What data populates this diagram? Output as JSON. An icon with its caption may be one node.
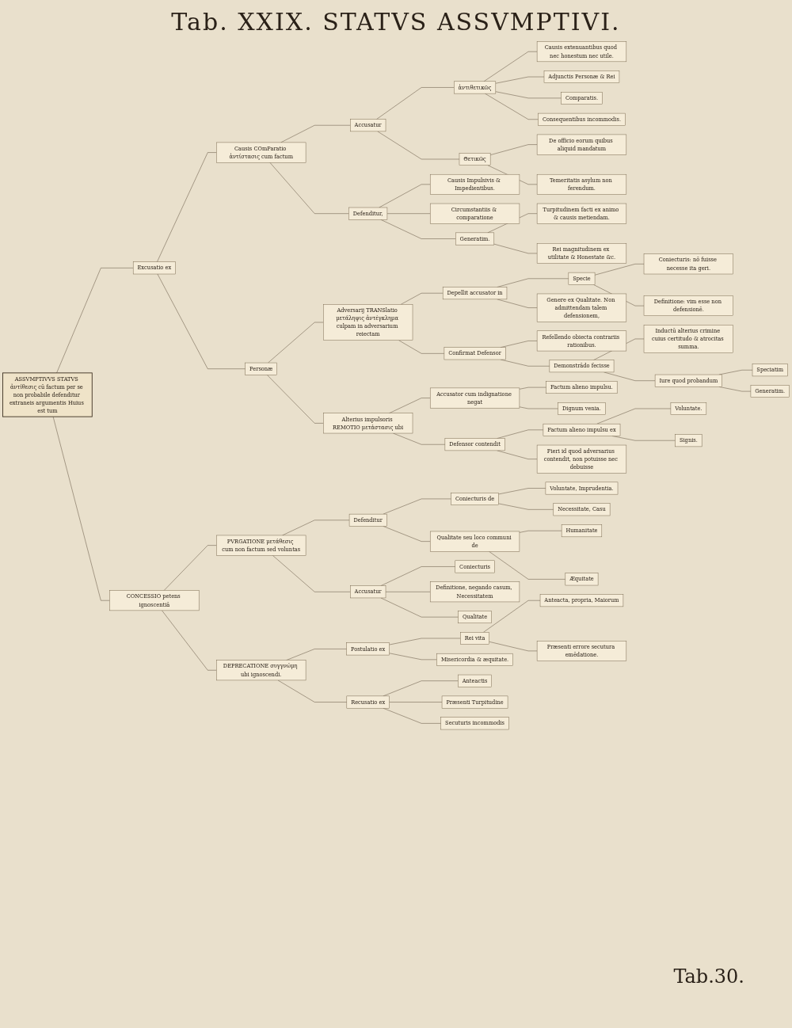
{
  "diagram": {
    "title": "Tab. XXIX. STATVS ASSVMPTIVI.",
    "nodes": [
      {
        "text": [
          "ASSVMPTIVVS STATVS ἀντίθεσις cũ factum per se non probabile defenditur extraneis argumentis Huius est tum"
        ]
      },
      {
        "text": [
          "Excusatio ex"
        ]
      },
      {
        "text": [
          "Causis COmParatio ἀντίστασις cum factum"
        ]
      },
      {
        "text": [
          "Accusatur"
        ]
      },
      {
        "text": [
          "ἀντιθετικῶς"
        ]
      },
      {
        "text": [
          "Causis extenuantibus quod nec honestum nec utile."
        ]
      },
      {
        "text": [
          "Adjunctis Personæ & Rei"
        ]
      },
      {
        "text": [
          "Comparatis."
        ]
      },
      {
        "text": [
          "Consequentibus incommodis."
        ]
      },
      {
        "text": [
          "Θετικῶς"
        ]
      },
      {
        "text": [
          "De officio eorum quibus aliquid mandatum"
        ]
      },
      {
        "text": [
          "Temeritatis asylum non ferendum."
        ]
      },
      {
        "text": [
          "Defenditur,"
        ]
      },
      {
        "text": [
          "Causis Impulsivis & Impedientibus."
        ]
      },
      {
        "text": [
          "Circumstantiis & comparatione"
        ]
      },
      {
        "text": [
          "Generatim."
        ]
      },
      {
        "text": [
          "Turpitudinem facti ex animo & causis metiendam."
        ]
      },
      {
        "text": [
          "Rei magnitudinem ex utilitate & Honestate &c."
        ]
      },
      {
        "text": [
          "Personæ"
        ]
      },
      {
        "text": [
          "Adversarij TRANSlatio μετάληψις ἀντέγκλημα culpam in adversarium reiectam"
        ]
      },
      {
        "text": [
          "Depellit accusator in"
        ]
      },
      {
        "text": [
          "Specie"
        ]
      },
      {
        "text": [
          "Coniecturis: nõ fuisse necesse ita geri."
        ]
      },
      {
        "text": [
          "Definitione: vim esse non defensionẽ."
        ]
      },
      {
        "text": [
          "Genere ex Qualitate. Non admittendam talem defensionem,"
        ]
      },
      {
        "text": [
          "Confirmat Defensor"
        ]
      },
      {
        "text": [
          "Refellendo obiecta contrariis rationibus."
        ]
      },
      {
        "text": [
          "Demonstrãdo fecisse"
        ]
      },
      {
        "text": [
          "Inductũ alterius crimine cuius certitudo & atrocitas summa."
        ]
      },
      {
        "text": [
          "Iure quod probandum"
        ]
      },
      {
        "text": [
          "Speciatim"
        ]
      },
      {
        "text": [
          "Generatim."
        ]
      },
      {
        "text": [
          "Alterius impulsoris REMOTIO μετάστασις ubi"
        ]
      },
      {
        "text": [
          "Accusator cum indignatione negat"
        ]
      },
      {
        "text": [
          "Factum alieno impulsu."
        ]
      },
      {
        "text": [
          "Dignum venia."
        ]
      },
      {
        "text": [
          "Defensor contendit"
        ]
      },
      {
        "text": [
          "Factum alieno impulsu ex"
        ]
      },
      {
        "text": [
          "Voluntate."
        ]
      },
      {
        "text": [
          "Signis."
        ]
      },
      {
        "text": [
          "Fieri id quod adversarius contendit, non potuisse nec debuisse"
        ]
      },
      {
        "text": [
          "CONCESSIO petens ignoscentiã"
        ]
      },
      {
        "text": [
          "PVRGATIONE μετάθεσις cum non factum sed voluntas"
        ]
      },
      {
        "text": [
          "Defenditur"
        ]
      },
      {
        "text": [
          "Coniecturis de"
        ]
      },
      {
        "text": [
          "Voluntate, Imprudentia."
        ]
      },
      {
        "text": [
          "Necessitate, Casu"
        ]
      },
      {
        "text": [
          "Qualitate seu loco communi de"
        ]
      },
      {
        "text": [
          "Humanitate"
        ]
      },
      {
        "text": [
          "Æquitate"
        ]
      },
      {
        "text": [
          "Accusatur"
        ]
      },
      {
        "text": [
          "Coniecturis"
        ]
      },
      {
        "text": [
          "Definitione, negando casum, Necessitatem"
        ]
      },
      {
        "text": [
          "Qualitate"
        ]
      },
      {
        "text": [
          "DEPRECATIONE συγγνώμη ubi ignoscendi."
        ]
      },
      {
        "text": [
          "Postulatio ex"
        ]
      },
      {
        "text": [
          "Rei vita"
        ]
      },
      {
        "text": [
          "Anteacta, propria, Maiorum"
        ]
      },
      {
        "text": [
          "Præsenti errore secutura emẽdatione."
        ]
      },
      {
        "text": [
          "Misericordia & æquitate."
        ]
      },
      {
        "text": [
          "Recusatio ex"
        ]
      },
      {
        "text": [
          "Anteactis"
        ]
      },
      {
        "text": [
          "Præsenti Turpitudine"
        ]
      },
      {
        "text": [
          "Secuturis incommodis"
        ]
      }
    ],
    "edges": [
      {
        "from": 0,
        "to": 1,
        "arrow": "none"
      },
      {
        "from": 1,
        "to": 2,
        "arrow": "none"
      },
      {
        "from": 2,
        "to": 3,
        "arrow": "none"
      },
      {
        "from": 3,
        "to": 4,
        "arrow": "none"
      },
      {
        "from": 4,
        "to": 5,
        "arrow": "none"
      },
      {
        "from": 4,
        "to": 6,
        "arrow": "none"
      },
      {
        "from": 4,
        "to": 7,
        "arrow": "none"
      },
      {
        "from": 4,
        "to": 8,
        "arrow": "none"
      },
      {
        "from": 3,
        "to": 9,
        "arrow": "none"
      },
      {
        "from": 9,
        "to": 10,
        "arrow": "none"
      },
      {
        "from": 9,
        "to": 11,
        "arrow": "none"
      },
      {
        "from": 2,
        "to": 12,
        "arrow": "none"
      },
      {
        "from": 12,
        "to": 13,
        "arrow": "none"
      },
      {
        "from": 12,
        "to": 14,
        "arrow": "none"
      },
      {
        "from": 12,
        "to": 15,
        "arrow": "none"
      },
      {
        "from": 15,
        "to": 16,
        "arrow": "none"
      },
      {
        "from": 15,
        "to": 17,
        "arrow": "none"
      },
      {
        "from": 1,
        "to": 18,
        "arrow": "none"
      },
      {
        "from": 18,
        "to": 19,
        "arrow": "none"
      },
      {
        "from": 19,
        "to": 20,
        "arrow": "none"
      },
      {
        "from": 20,
        "to": 21,
        "arrow": "none"
      },
      {
        "from": 21,
        "to": 22,
        "arrow": "none"
      },
      {
        "from": 21,
        "to": 23,
        "arrow": "none"
      },
      {
        "from": 20,
        "to": 24,
        "arrow": "none"
      },
      {
        "from": 19,
        "to": 25,
        "arrow": "none"
      },
      {
        "from": 25,
        "to": 26,
        "arrow": "none"
      },
      {
        "from": 25,
        "to": 27,
        "arrow": "none"
      },
      {
        "from": 27,
        "to": 28,
        "arrow": "none"
      },
      {
        "from": 27,
        "to": 29,
        "arrow": "none"
      },
      {
        "from": 29,
        "to": 30,
        "arrow": "none"
      },
      {
        "from": 29,
        "to": 31,
        "arrow": "none"
      },
      {
        "from": 18,
        "to": 32,
        "arrow": "none"
      },
      {
        "from": 32,
        "to": 33,
        "arrow": "none"
      },
      {
        "from": 33,
        "to": 34,
        "arrow": "none"
      },
      {
        "from": 33,
        "to": 35,
        "arrow": "none"
      },
      {
        "from": 32,
        "to": 36,
        "arrow": "none"
      },
      {
        "from": 36,
        "to": 37,
        "arrow": "none"
      },
      {
        "from": 37,
        "to": 38,
        "arrow": "none"
      },
      {
        "from": 37,
        "to": 39,
        "arrow": "none"
      },
      {
        "from": 36,
        "to": 40,
        "arrow": "none"
      },
      {
        "from": 0,
        "to": 41,
        "arrow": "none"
      },
      {
        "from": 41,
        "to": 42,
        "arrow": "none"
      },
      {
        "from": 42,
        "to": 43,
        "arrow": "none"
      },
      {
        "from": 43,
        "to": 44,
        "arrow": "none"
      },
      {
        "from": 44,
        "to": 45,
        "arrow": "none"
      },
      {
        "from": 44,
        "to": 46,
        "arrow": "none"
      },
      {
        "from": 43,
        "to": 47,
        "arrow": "none"
      },
      {
        "from": 47,
        "to": 48,
        "arrow": "none"
      },
      {
        "from": 47,
        "to": 49,
        "arrow": "none"
      },
      {
        "from": 42,
        "to": 50,
        "arrow": "none"
      },
      {
        "from": 50,
        "to": 51,
        "arrow": "none"
      },
      {
        "from": 50,
        "to": 52,
        "arrow": "none"
      },
      {
        "from": 50,
        "to": 53,
        "arrow": "none"
      },
      {
        "from": 41,
        "to": 54,
        "arrow": "none"
      },
      {
        "from": 54,
        "to": 55,
        "arrow": "none"
      },
      {
        "from": 55,
        "to": 56,
        "arrow": "none"
      },
      {
        "from": 56,
        "to": 57,
        "arrow": "none"
      },
      {
        "from": 56,
        "to": 58,
        "arrow": "none"
      },
      {
        "from": 55,
        "to": 59,
        "arrow": "none"
      },
      {
        "from": 54,
        "to": 60,
        "arrow": "none"
      },
      {
        "from": 60,
        "to": 61,
        "arrow": "none"
      },
      {
        "from": 60,
        "to": 62,
        "arrow": "none"
      },
      {
        "from": 60,
        "to": 63,
        "arrow": "none"
      }
    ],
    "labels": [
      "Tab.30."
    ]
  }
}
